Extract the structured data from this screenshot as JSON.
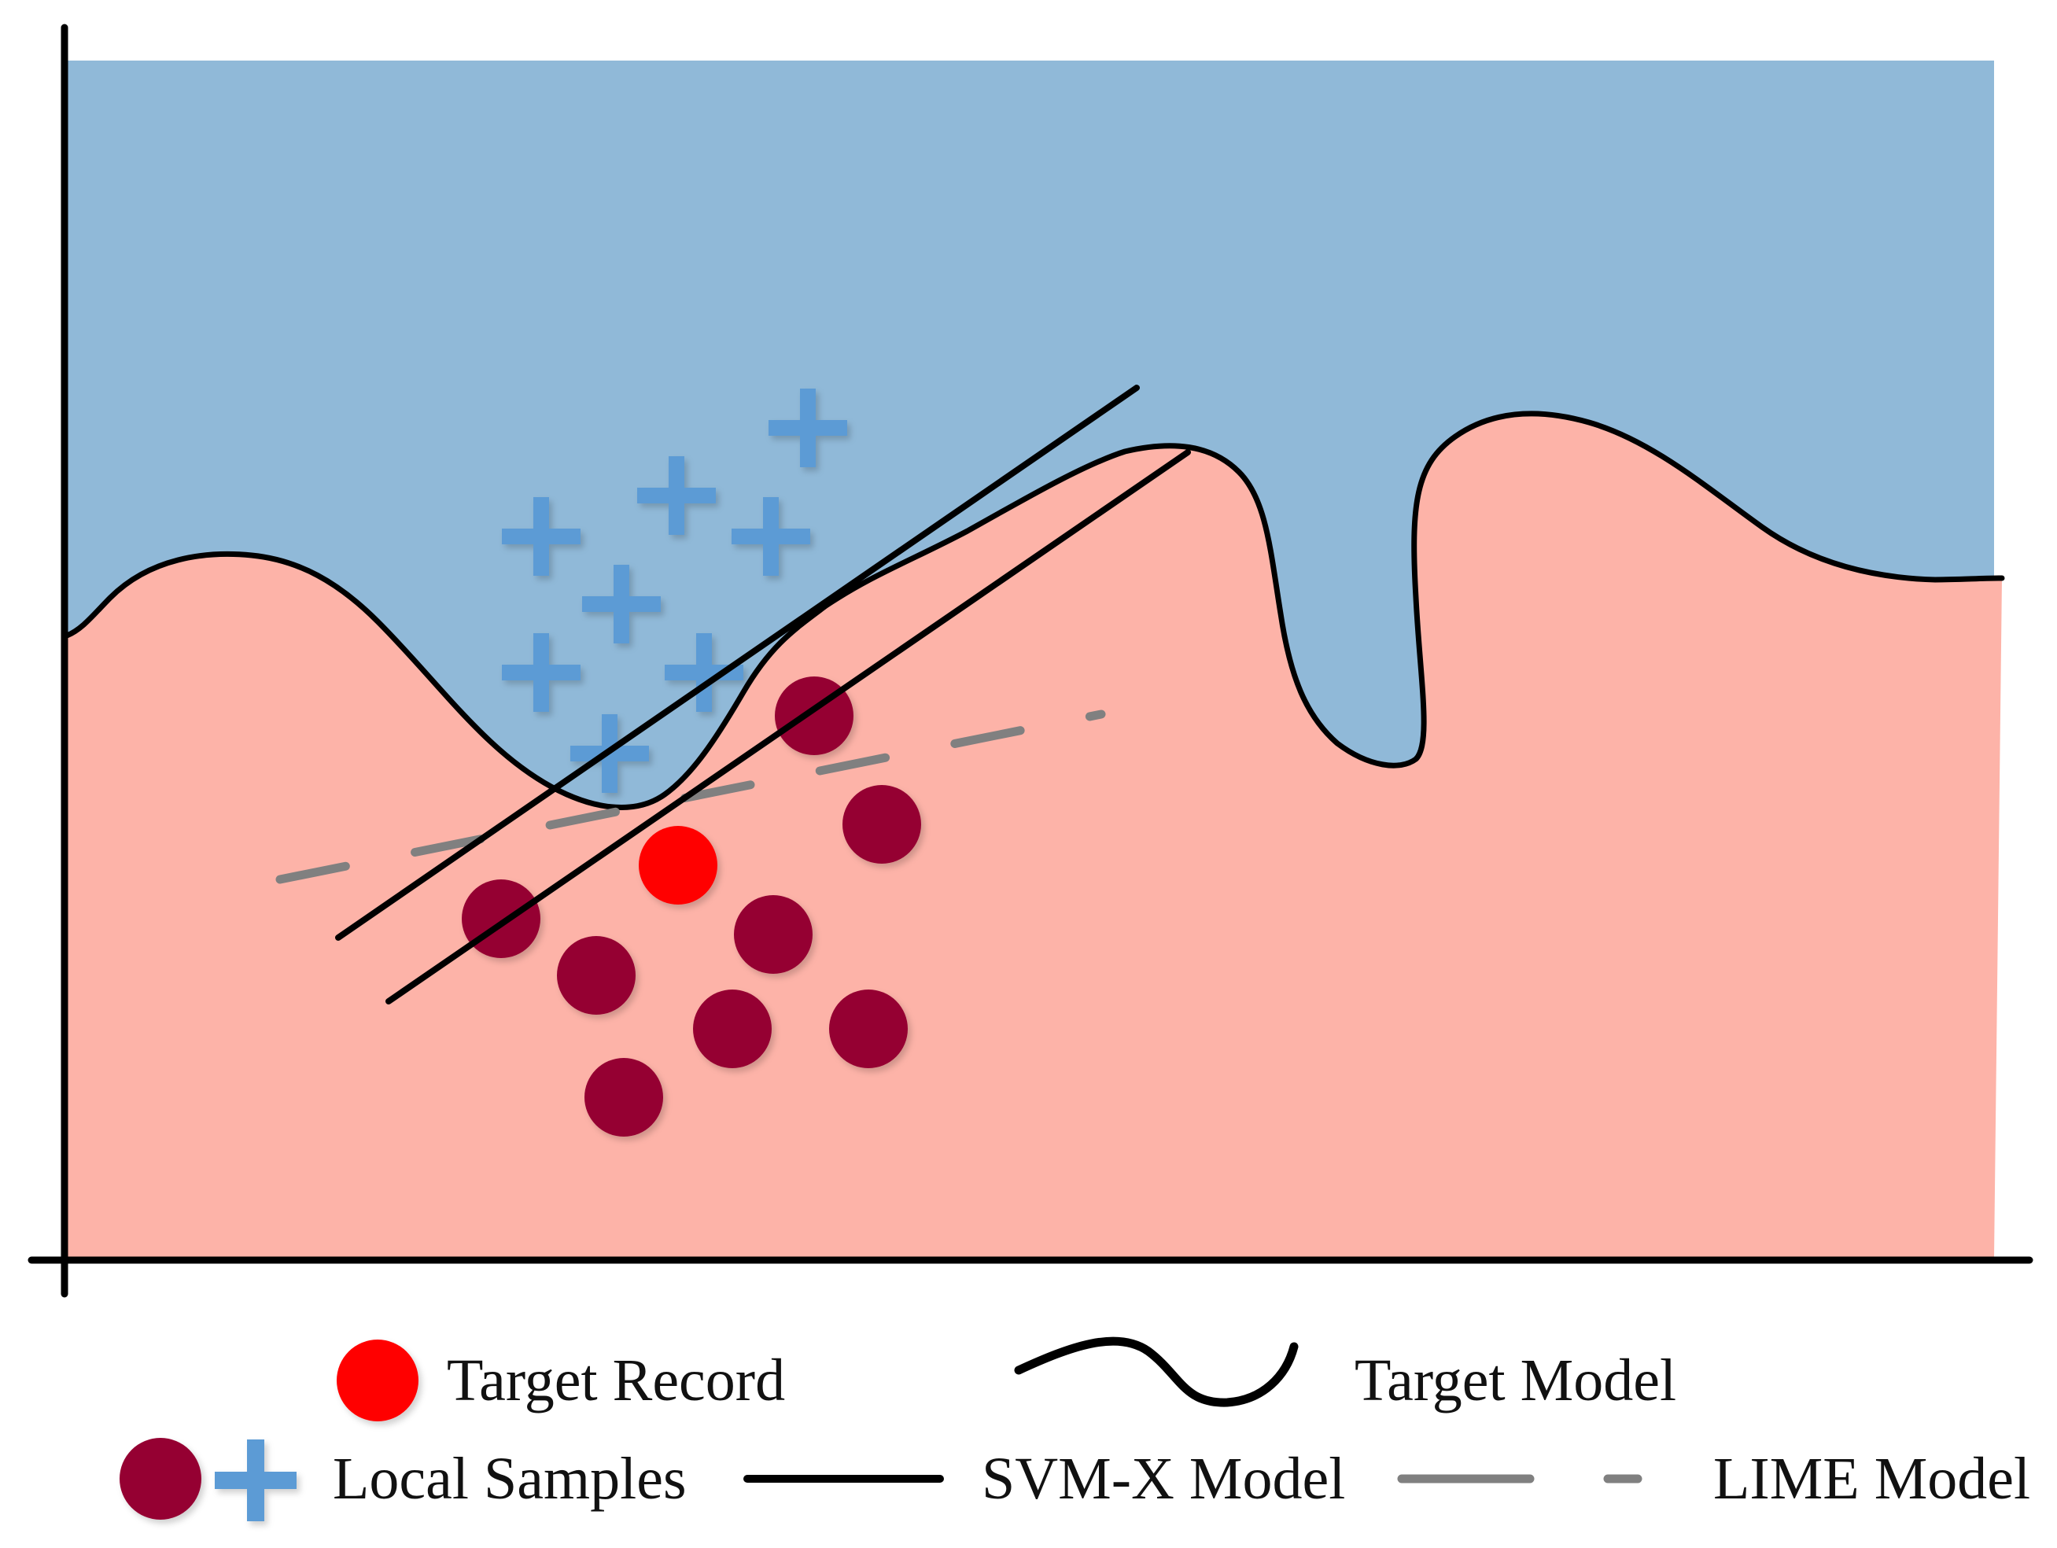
{
  "colors": {
    "positive_region": "#90b9d8",
    "negative_region": "#fdb3a8",
    "positive_sample": "#5b9bd5",
    "negative_sample": "#950033",
    "target_record": "#ff0000",
    "boundary": "#000000",
    "svm_line": "#000000",
    "lime_line": "#808080",
    "axis": "#000000"
  },
  "icons": {
    "positive_sample": "plus-icon",
    "negative_sample": "circle-icon",
    "target_record": "red-circle-icon"
  },
  "legend": {
    "target_record": "Target Record",
    "target_model": "Target Model",
    "local_samples": "Local Samples",
    "svm_model": "SVM-X Model",
    "lime_model": "LIME Model"
  }
}
